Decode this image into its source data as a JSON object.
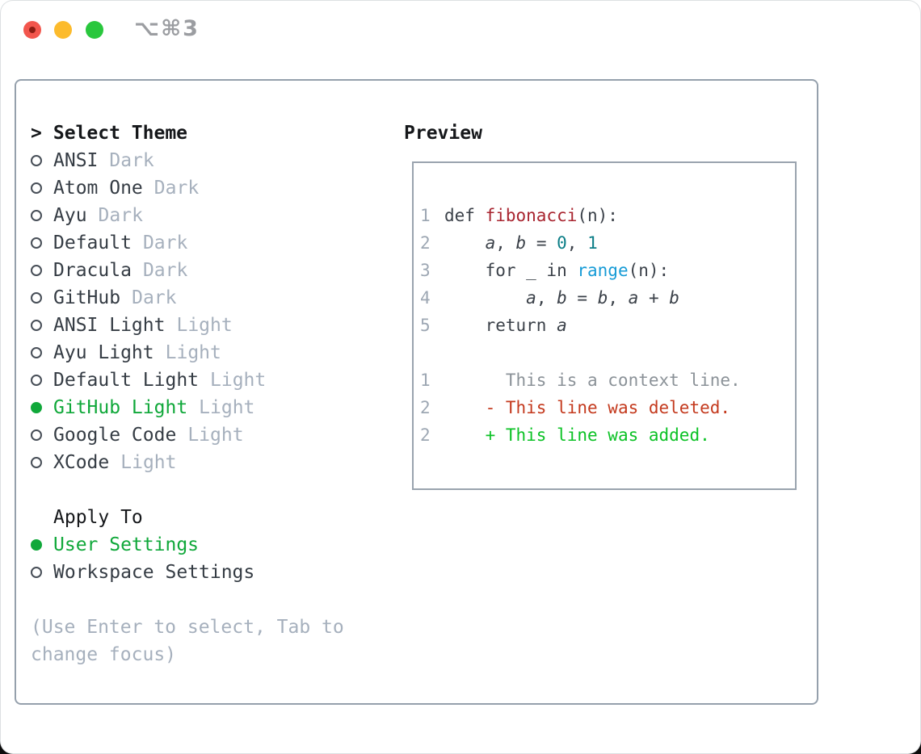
{
  "window": {
    "title": "⌥⌘3"
  },
  "colors": {
    "selection_green": "#10a83a",
    "added_green": "#0cc226",
    "deleted_red": "#c43a1e",
    "function_red": "#a8242f",
    "number_teal": "#0c7e87",
    "builtin_blue": "#169bd6",
    "muted_gray": "#a6b0bd",
    "line_number_gray": "#9da7b3",
    "panel_border": "#95a0ac",
    "traffic_red": "#f2564d",
    "traffic_yellow": "#fcbb2d",
    "traffic_green": "#29c73d"
  },
  "theme_panel": {
    "header": {
      "prefix": ">",
      "label": "Select Theme"
    },
    "themes": [
      {
        "label": "ANSI",
        "variant": "Dark",
        "selected": false
      },
      {
        "label": "Atom One",
        "variant": "Dark",
        "selected": false
      },
      {
        "label": "Ayu",
        "variant": "Dark",
        "selected": false
      },
      {
        "label": "Default",
        "variant": "Dark",
        "selected": false
      },
      {
        "label": "Dracula",
        "variant": "Dark",
        "selected": false
      },
      {
        "label": "GitHub",
        "variant": "Dark",
        "selected": false
      },
      {
        "label": "ANSI Light",
        "variant": "Light",
        "selected": false
      },
      {
        "label": "Ayu Light",
        "variant": "Light",
        "selected": false
      },
      {
        "label": "Default Light",
        "variant": "Light",
        "selected": false
      },
      {
        "label": "GitHub Light",
        "variant": "Light",
        "selected": true
      },
      {
        "label": "Google Code",
        "variant": "Light",
        "selected": false
      },
      {
        "label": "XCode",
        "variant": "Light",
        "selected": false
      }
    ],
    "apply_to": {
      "header": "Apply To",
      "options": [
        {
          "label": "User Settings",
          "selected": true
        },
        {
          "label": "Workspace Settings",
          "selected": false
        }
      ]
    },
    "hint": "(Use Enter to select, Tab to change focus)"
  },
  "preview": {
    "header": "Preview",
    "code_lines": [
      {
        "num": "1",
        "tokens": [
          {
            "t": "def ",
            "c": "pl"
          },
          {
            "t": "fibonacci",
            "c": "fn"
          },
          {
            "t": "(n):",
            "c": "pl"
          }
        ]
      },
      {
        "num": "2",
        "tokens": [
          {
            "t": "    ",
            "c": "pl"
          },
          {
            "t": "a",
            "c": "v"
          },
          {
            "t": ", ",
            "c": "pl"
          },
          {
            "t": "b",
            "c": "v"
          },
          {
            "t": " = ",
            "c": "pl"
          },
          {
            "t": "0",
            "c": "nm"
          },
          {
            "t": ", ",
            "c": "pl"
          },
          {
            "t": "1",
            "c": "nm"
          }
        ]
      },
      {
        "num": "3",
        "tokens": [
          {
            "t": "    for _ in ",
            "c": "pl"
          },
          {
            "t": "range",
            "c": "bi"
          },
          {
            "t": "(n):",
            "c": "pl"
          }
        ]
      },
      {
        "num": "4",
        "tokens": [
          {
            "t": "        ",
            "c": "pl"
          },
          {
            "t": "a",
            "c": "v"
          },
          {
            "t": ", ",
            "c": "pl"
          },
          {
            "t": "b",
            "c": "v"
          },
          {
            "t": " = ",
            "c": "pl"
          },
          {
            "t": "b",
            "c": "v"
          },
          {
            "t": ", ",
            "c": "pl"
          },
          {
            "t": "a",
            "c": "v"
          },
          {
            "t": " + ",
            "c": "pl"
          },
          {
            "t": "b",
            "c": "v"
          }
        ]
      },
      {
        "num": "5",
        "tokens": [
          {
            "t": "    return ",
            "c": "pl"
          },
          {
            "t": "a",
            "c": "v"
          }
        ]
      }
    ],
    "diff_lines": [
      {
        "num": "1",
        "tokens": [
          {
            "t": "      This is a context line.",
            "c": "ctx"
          }
        ]
      },
      {
        "num": "2",
        "tokens": [
          {
            "t": "    ",
            "c": "pl"
          },
          {
            "t": "- This line was deleted.",
            "c": "del"
          }
        ]
      },
      {
        "num": "2",
        "tokens": [
          {
            "t": "    ",
            "c": "pl"
          },
          {
            "t": "+ This line was added.",
            "c": "add"
          }
        ]
      }
    ]
  }
}
